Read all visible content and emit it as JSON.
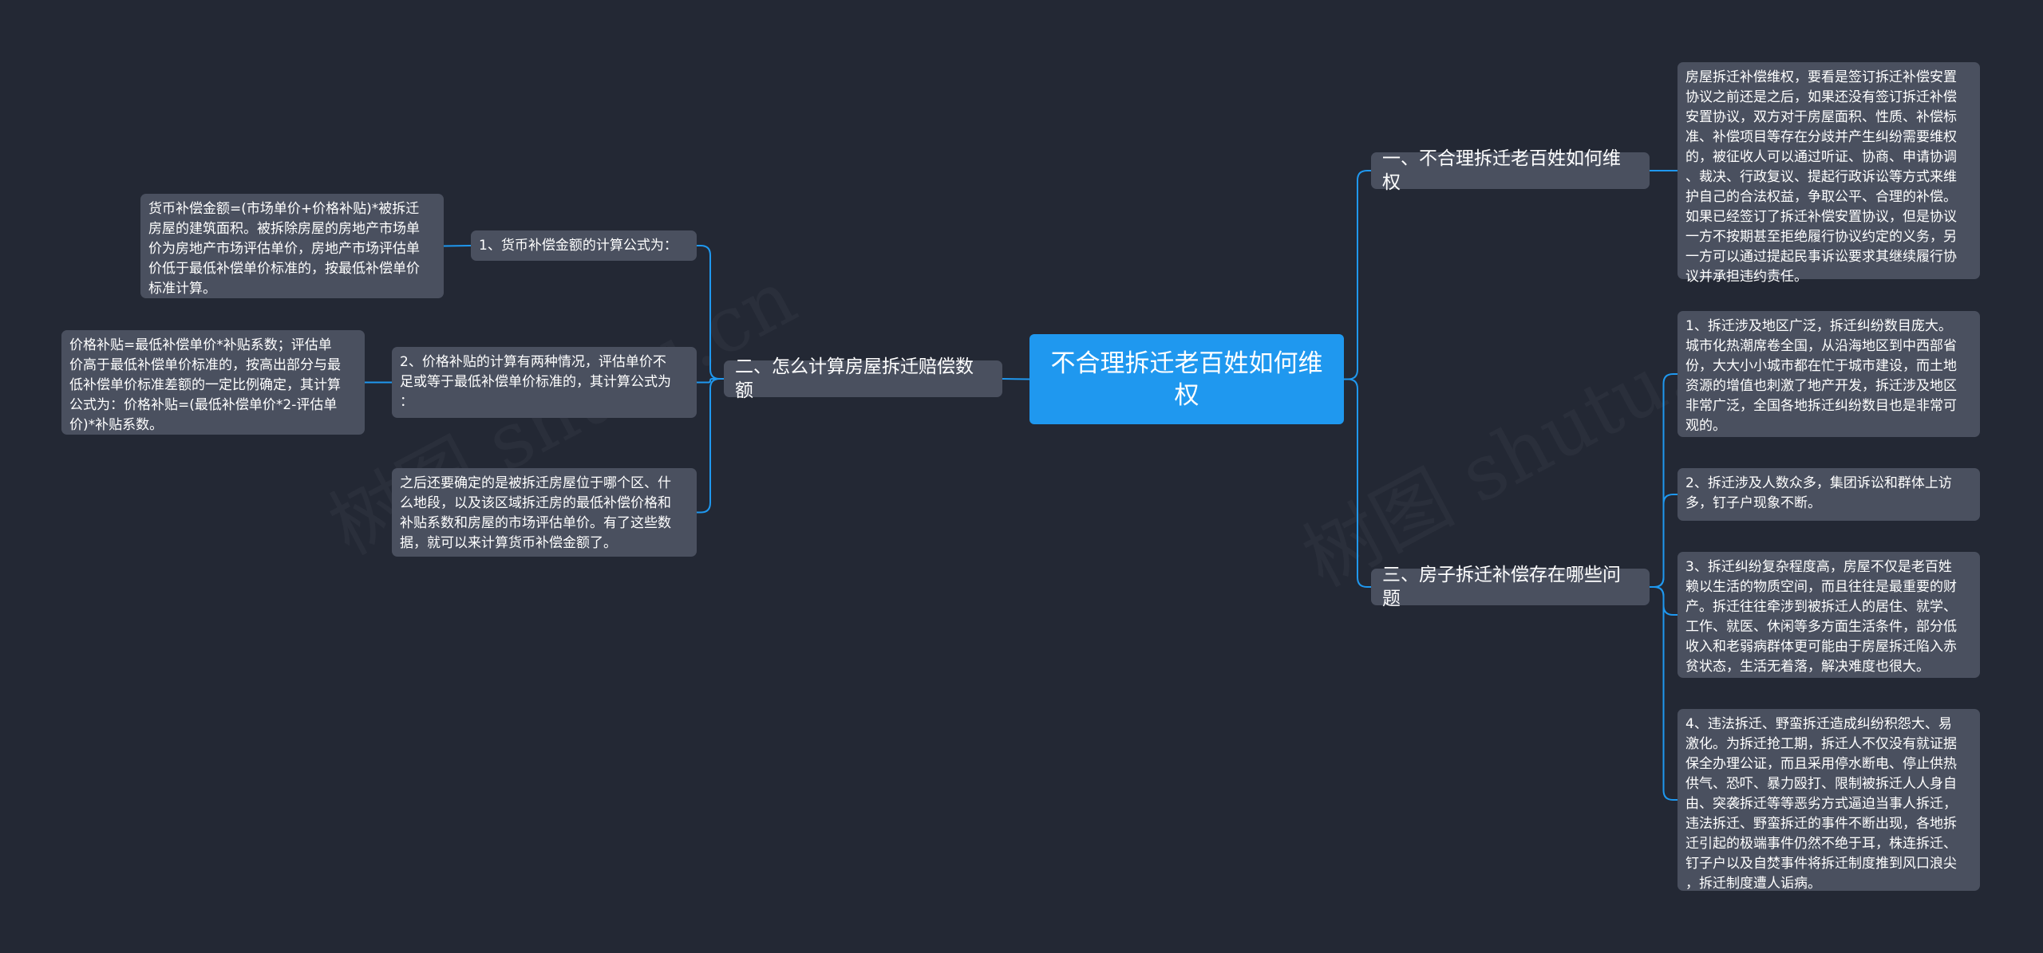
{
  "diagram": {
    "root": {
      "label": "不合理拆迁老百姓如何维\n权"
    },
    "branches": [
      {
        "label": "一、不合理拆迁老百姓如何维权",
        "children": [
          {
            "label": "房屋拆迁补偿维权，要看是签订拆迁补偿安置\n协议之前还是之后，如果还没有签订拆迁补偿\n安置协议，双方对于房屋面积、性质、补偿标\n准、补偿项目等存在分歧并产生纠纷需要维权\n的，被征收人可以通过听证、协商、申请协调\n、裁决、行政复议、提起行政诉讼等方式来维\n护自己的合法权益，争取公平、合理的补偿。\n如果已经签订了拆迁补偿安置协议，但是协议\n一方不按期甚至拒绝履行协议约定的义务，另\n一方可以通过提起民事诉讼要求其继续履行协\n议并承担违约责任。"
          }
        ]
      },
      {
        "label": "二、怎么计算房屋拆迁赔偿数额",
        "children": [
          {
            "label": "1、货币补偿金额的计算公式为：",
            "children": [
              {
                "label": "货币补偿金额=(市场单价+价格补贴)*被拆迁\n房屋的建筑面积。被拆除房屋的房地产市场单\n价为房地产市场评估单价，房地产市场评估单\n价低于最低补偿单价标准的，按最低补偿单价\n标准计算。"
              }
            ]
          },
          {
            "label": "2、价格补贴的计算有两种情况，评估单价不\n足或等于最低补偿单价标准的，其计算公式为\n：",
            "children": [
              {
                "label": "价格补贴=最低补偿单价*补贴系数；评估单\n价高于最低补偿单价标准的，按高出部分与最\n低补偿单价标准差额的一定比例确定，其计算\n公式为：价格补贴=(最低补偿单价*2-评估单\n价)*补贴系数。"
              }
            ]
          },
          {
            "label": "之后还要确定的是被拆迁房屋位于哪个区、什\n么地段，以及该区域拆迁房的最低补偿价格和\n补贴系数和房屋的市场评估单价。有了这些数\n据，就可以来计算货币补偿金额了。"
          }
        ]
      },
      {
        "label": "三、房子拆迁补偿存在哪些问题",
        "children": [
          {
            "label": "1、拆迁涉及地区广泛，拆迁纠纷数目庞大。\n城市化热潮席卷全国，从沿海地区到中西部省\n份，大大小小城市都在忙于城市建设，而土地\n资源的增值也刺激了地产开发，拆迁涉及地区\n非常广泛，全国各地拆迁纠纷数目也是非常可\n观的。"
          },
          {
            "label": "2、拆迁涉及人数众多，集团诉讼和群体上访\n多，钉子户现象不断。"
          },
          {
            "label": "3、拆迁纠纷复杂程度高，房屋不仅是老百姓\n赖以生活的物质空间，而且往往是最重要的财\n产。拆迁往往牵涉到被拆迁人的居住、就学、\n工作、就医、休闲等多方面生活条件，部分低\n收入和老弱病群体更可能由于房屋拆迁陷入赤\n贫状态，生活无着落，解决难度也很大。"
          },
          {
            "label": "4、违法拆迁、野蛮拆迁造成纠纷积怨大、易\n激化。为拆迁抢工期，拆迁人不仅没有就证据\n保全办理公证，而且采用停水断电、停止供热\n供气、恐吓、暴力殴打、限制被拆迁人人身自\n由、突袭拆迁等等恶劣方式逼迫当事人拆迁，\n违法拆迁、野蛮拆迁的事件不断出现，各地拆\n迁引起的极端事件仍然不绝于耳，株连拆迁、\n钉子户以及自焚事件将拆迁制度推到风口浪尖\n，拆迁制度遭人诟病。"
          }
        ]
      }
    ]
  },
  "colors": {
    "background": "#232834",
    "root_fill": "#1f98ef",
    "node_fill": "#4a505f",
    "connector": "#1f98ef",
    "text": "#ffffff"
  }
}
